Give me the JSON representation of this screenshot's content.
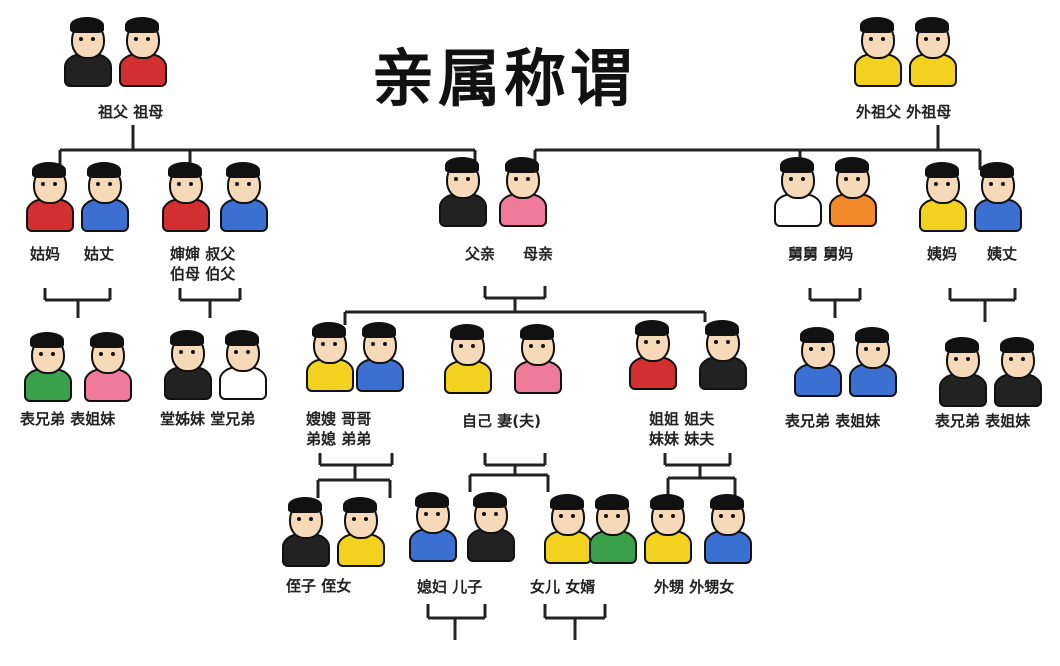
{
  "title": "亲属称谓",
  "colors": {
    "line": "#222222",
    "skin": "#f6d9b8",
    "hair": "#111111",
    "blue": "#3b6fd1",
    "red": "#d23030",
    "yellow": "#f2d21f",
    "green": "#3aa04a",
    "white": "#ffffff",
    "dark": "#222222",
    "pink": "#f07a9a",
    "orange": "#f28a2b"
  },
  "nodes": {
    "paternal_grandparents": {
      "labels": [
        "祖父 祖母"
      ]
    },
    "maternal_grandparents": {
      "labels": [
        "外祖父 外祖母"
      ]
    },
    "paternal_aunt": {
      "labels": [
        "姑妈",
        "姑丈"
      ]
    },
    "paternal_uncles": {
      "labels": [
        "婶婶 叔父",
        "伯母 伯父"
      ]
    },
    "parents": {
      "labels": [
        "父亲",
        "母亲"
      ]
    },
    "maternal_uncle": {
      "labels": [
        "舅舅 舅妈"
      ]
    },
    "maternal_aunt": {
      "labels": [
        "姨妈",
        "姨丈"
      ]
    },
    "cousins_a": {
      "labels": [
        "表兄弟 表姐妹"
      ]
    },
    "cousins_b": {
      "labels": [
        "堂姊妹 堂兄弟"
      ]
    },
    "siblings_brothers": {
      "labels": [
        "嫂嫂  哥哥",
        "弟媳  弟弟"
      ]
    },
    "self": {
      "labels": [
        "自己  妻(夫)"
      ]
    },
    "siblings_sisters": {
      "labels": [
        "姐姐 姐夫",
        "妹妹 妹夫"
      ]
    },
    "cousins_c": {
      "labels": [
        "表兄弟 表姐妹"
      ]
    },
    "cousins_d": {
      "labels": [
        "表兄弟 表姐妹"
      ]
    },
    "nephew_niece": {
      "labels": [
        "侄子   侄女"
      ]
    },
    "son": {
      "labels": [
        "媳妇 儿子"
      ]
    },
    "daughter": {
      "labels": [
        "女儿 女婿"
      ]
    },
    "sister_children": {
      "labels": [
        "外甥  外甥女"
      ]
    }
  }
}
